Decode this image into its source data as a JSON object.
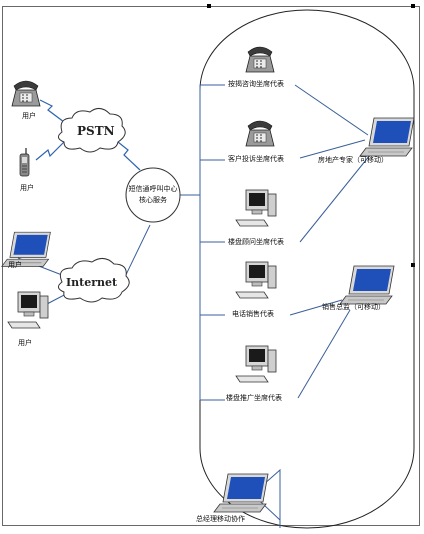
{
  "nodes": {
    "pstn": "PSTN",
    "internet": "Internet",
    "user": "用户",
    "center_line1": "短信通呼叫中心",
    "center_line2": "核心服务",
    "seat1": "按揭咨询坐席代表",
    "seat2": "客户投诉坐席代表",
    "seat3": "楼盘顾问坐席代表",
    "seat4": "电话销售代表",
    "seat5": "楼盘推广坐席代表",
    "realtor": "房地产专家（可移动）",
    "sales_manager": "销售总监（可移动）",
    "general_manager": "总经理移动协作"
  },
  "colors": {
    "line": "#3a5f9a",
    "cloud_stroke": "#333333",
    "screen": "#1f4fb8"
  }
}
